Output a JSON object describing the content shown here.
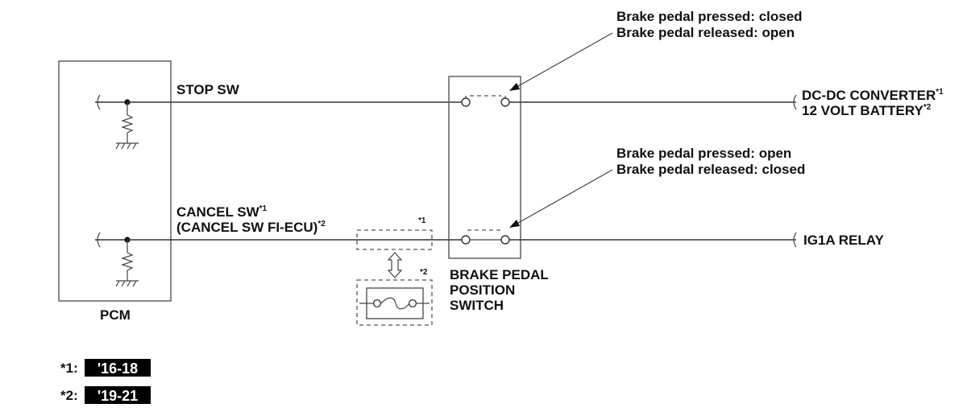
{
  "pcm": {
    "label": "PCM"
  },
  "switch": {
    "line1": "BRAKE PEDAL",
    "line2": "POSITION",
    "line3": "SWITCH"
  },
  "wires": {
    "stop_sw": "STOP SW",
    "cancel_sw": "CANCEL SW",
    "cancel_sw_sup": "*1",
    "cancel_sw_fi": "(CANCEL SW FI-ECU)",
    "cancel_sw_fi_sup": "*2"
  },
  "notes": {
    "upper": [
      "Brake pedal pressed: closed",
      "Brake pedal released: open"
    ],
    "lower": [
      "Brake pedal pressed: open",
      "Brake pedal released: closed"
    ]
  },
  "destinations": {
    "dcdc": "DC-DC CONVERTER",
    "dcdc_sup": "*1",
    "battery": "12 VOLT BATTERY",
    "battery_sup": "*2",
    "ig1a": "IG1A RELAY"
  },
  "variant_marks": {
    "dashed_top": "*1",
    "dashed_bottom": "*2"
  },
  "legend": [
    {
      "key": "*1:",
      "value": "'16-18"
    },
    {
      "key": "*2:",
      "value": "'19-21"
    }
  ],
  "colors": {
    "line": "#333333",
    "badge": "#000000",
    "background": "#ffffff"
  }
}
